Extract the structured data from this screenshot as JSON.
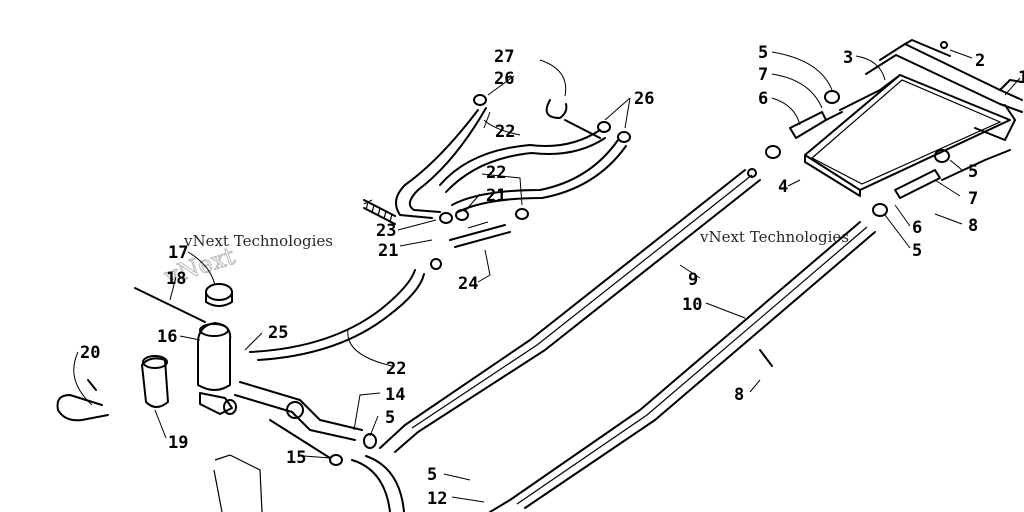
{
  "watermarks": [
    {
      "text": "vNext Technologies"
    },
    {
      "text": "vNext Technologies"
    }
  ],
  "callouts": {
    "c2": "2",
    "c1": "1",
    "c3": "3",
    "c4": "4",
    "c5a": "5",
    "c5b": "5",
    "c5c": "5",
    "c5d": "5",
    "c5e": "5",
    "c6a": "6",
    "c6b": "6",
    "c7a": "7",
    "c7b": "7",
    "c8a": "8",
    "c8b": "8",
    "c9": "9",
    "c10": "10",
    "c12": "12",
    "c14": "14",
    "c15": "15",
    "c16": "16",
    "c17": "17",
    "c18": "18",
    "c19": "19",
    "c20": "20",
    "c21a": "21",
    "c21b": "21",
    "c22a": "22",
    "c22b": "22",
    "c22c": "22",
    "c23": "23",
    "c24": "24",
    "c25": "25",
    "c26a": "26",
    "c26b": "26",
    "c27": "27"
  }
}
